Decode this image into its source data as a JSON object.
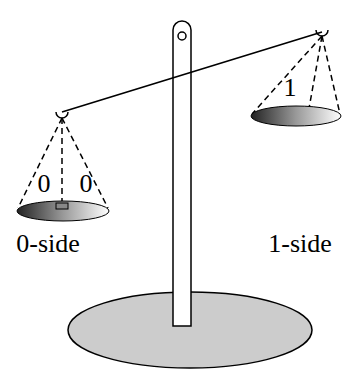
{
  "diagram": {
    "labels": [
      "0",
      "0",
      "1",
      "0-side",
      "1-side"
    ]
  }
}
